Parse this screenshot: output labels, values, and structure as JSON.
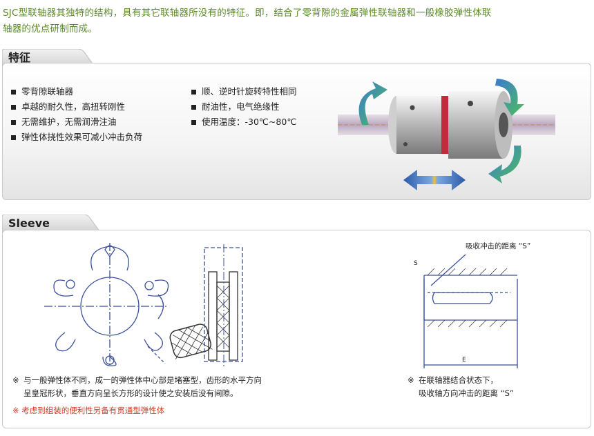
{
  "intro": {
    "line1": "SJC型联轴器其独特的结构，具有其它联轴器所没有的特征。即，结合了零背隙的金属弹性联轴器和一般橡胶弹性体联",
    "line2": "轴器的优点研制而成。"
  },
  "features": {
    "title": "特征",
    "col1": [
      "零背隙联轴器",
      "卓越的耐久性，高扭转刚性",
      "无需维护，无需润滑注油",
      "弹性体挠性效果可减小冲击负荷"
    ],
    "col2": [
      "顺、逆时针旋转特性相同",
      "耐油性，电气绝缘性",
      "使用温度：-30℃~80℃"
    ]
  },
  "sleeve": {
    "title": "Sleeve",
    "note1_mark": "※",
    "note1_line1": "与一般弹性体不同，成一的弹性体中心部是堵塞型，齿形的水平方向",
    "note1_line2": "呈皇冠形状，垂直方向呈长方形的设计使之安装后没有间隙。",
    "note2": "※ 考虑到组装的便利性另备有贯通型弹性体",
    "note3_mark": "※",
    "note3_line1": "在联轴器结合状态下，",
    "note3_line2": "吸收轴方向冲击的距离 “S”",
    "diagram_label_top": "吸收冲击的距离 “S”",
    "diagram_label_s": "S",
    "diagram_label_e": "E"
  },
  "colors": {
    "intro_text": "#5b8a2a",
    "note_red": "#d43a1e",
    "drawing_blue": "#3a4f9a"
  }
}
